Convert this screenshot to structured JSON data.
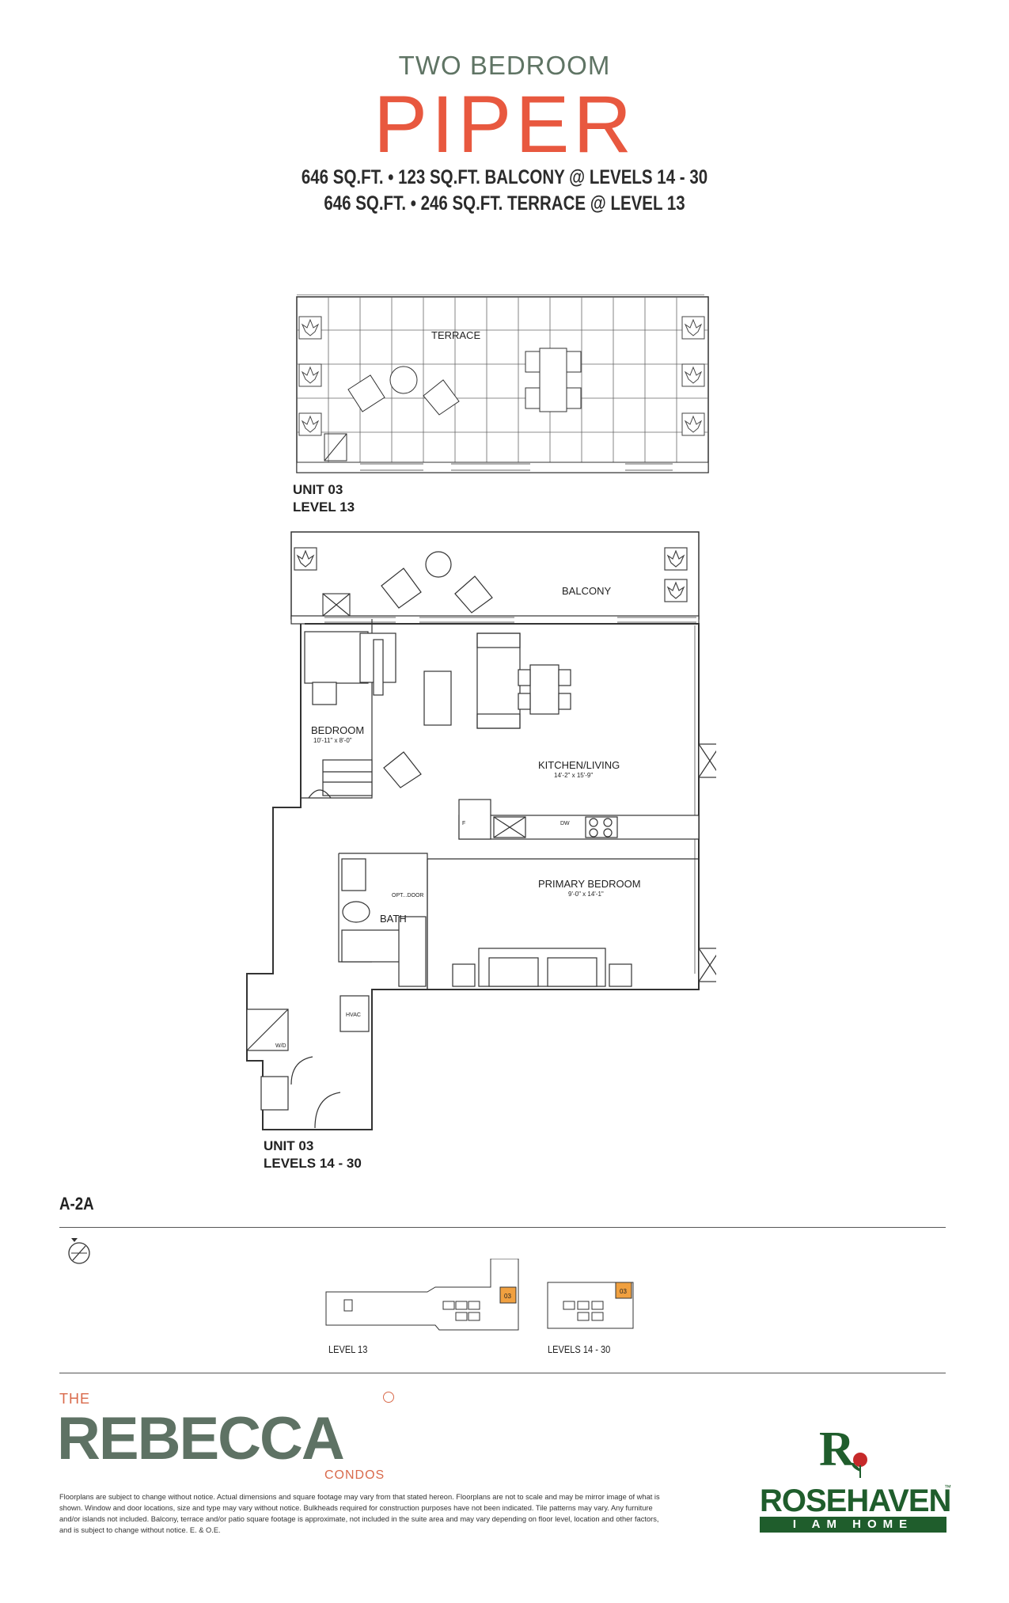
{
  "header": {
    "subtitle": "TWO BEDROOM",
    "name": "PIPER",
    "spec_line1": "646 SQ.FT. • 123 SQ.FT. BALCONY @ LEVELS 14 - 30",
    "spec_line2": "646 SQ.FT. • 246 SQ.FT. TERRACE @ LEVEL 13"
  },
  "level13_plan": {
    "unit": "UNIT 03",
    "level": "LEVEL 13",
    "terrace_label": "TERRACE"
  },
  "main_plan": {
    "unit": "UNIT 03",
    "levels": "LEVELS 14 - 30",
    "rooms": {
      "balcony": "BALCONY",
      "bedroom": "BEDROOM",
      "bedroom_dim": "10'-11\" x 8'-0\"",
      "kitchen": "KITCHEN/LIVING",
      "kitchen_dim": "14'-2\" x 15'-9\"",
      "primary": "PRIMARY BEDROOM",
      "primary_dim": "9'-0\" x 14'-1\"",
      "bath": "BATH",
      "opt_door": "OPT...DOOR",
      "hvac": "HVAC",
      "wd": "W/D",
      "dw": "DW",
      "f": "F"
    }
  },
  "suite_code": "A-2A",
  "key_plan": {
    "level13_label": "LEVEL 13",
    "levels_label": "LEVELS 14 - 30",
    "unit_tag": "03",
    "highlight_color": "#f0a040"
  },
  "brand": {
    "the": "THE",
    "main": "REBECCA",
    "condos": "CONDOS",
    "accent_color": "#d96a4b",
    "main_color": "#5e7264"
  },
  "disclaimer": "Floorplans are subject to change without notice. Actual dimensions and square footage may vary from that stated hereon. Floorplans are not to scale and may be mirror image of what is shown. Window and door locations, size and type may vary without notice. Bulkheads required for construction purposes have not been indicated. Tile patterns may vary. Any furniture and/or islands not included. Balcony, terrace and/or patio square footage is approximate, not included in the suite area and may vary depending on floor level, location and other factors, and is subject to change without notice. E. & O.E.",
  "developer": {
    "name": "ROSEHAVEN",
    "tagline": "I AM HOME",
    "tm": "™",
    "monogram": "R",
    "color": "#1f5d2c"
  }
}
